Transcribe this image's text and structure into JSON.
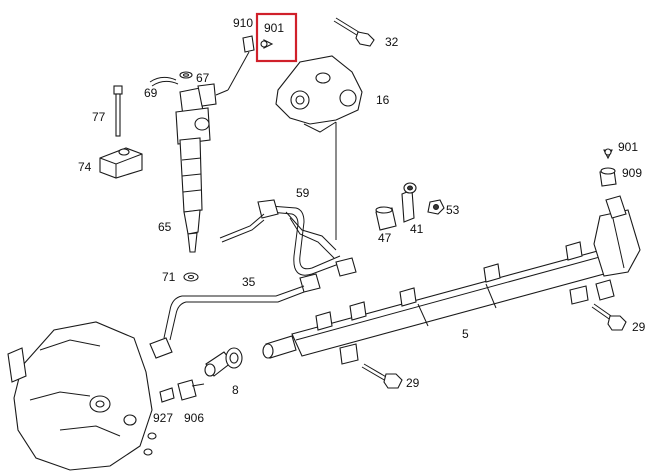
{
  "diagram": {
    "labels": {
      "p910": "910",
      "p901_top": "901",
      "p32": "32",
      "p67": "67",
      "p69": "69",
      "p16": "16",
      "p77": "77",
      "p74": "74",
      "p59": "59",
      "p65": "65",
      "p47": "47",
      "p41": "41",
      "p53": "53",
      "p901_right": "901",
      "p909": "909",
      "p71": "71",
      "p35": "35",
      "p5": "5",
      "p29_right": "29",
      "p29_bottom": "29",
      "p8": "8",
      "p927": "927",
      "p906": "906"
    },
    "highlight_color": "#d0202a"
  }
}
